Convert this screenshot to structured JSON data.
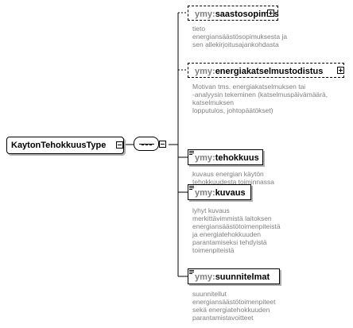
{
  "diagram": {
    "root": {
      "name": "KaytonTehokkuusType"
    },
    "namespace_prefix": "ymy:",
    "elements": [
      {
        "name": "saastosopimus",
        "optional": true,
        "description": "tieto\nenergiansäästösopimuksesta ja\nsen allekirjoitusajankohdasta"
      },
      {
        "name": "energiakatselmustodistus",
        "optional": true,
        "description": "Motivan tms. energiakatselmuksen tai\n-analyysin tekeminen (katselmuspäivämäärä,\nkatselmuksen\nlopputulos, johtopäätökset)"
      },
      {
        "name": "tehokkuus",
        "optional": false,
        "description": "kuvaus energian käytön\ntehokkuudesta toiminnassa\nperusteluineen"
      },
      {
        "name": "kuvaus",
        "optional": false,
        "description": "lyhyt kuvaus\nmerkittävimmistä laitoksen\nenergiansäästötoimenpiteistä\nja energiatehokkuuden\nparantamiseksi tehdyistä\ntoimenpiteistä"
      },
      {
        "name": "suunnitelmat",
        "optional": false,
        "description": "suunnitellut\nenergiansäästötoimenpiteet\nsekä energiatehokkuuden\nparantamistavoitteet"
      }
    ]
  }
}
